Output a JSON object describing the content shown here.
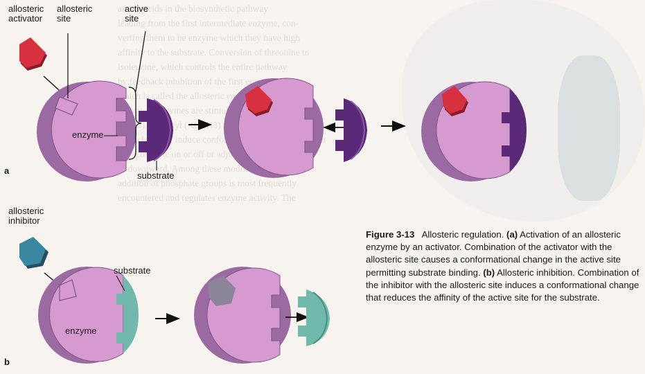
{
  "background_text": "amino acids in the biosynthetic pathway\nleading from the first intermediate enzyme, con-\nverting them to be enzyme which they have high\naffinity to the substrate. Conversion of threonine to\nisoleucine, which controls the entire pathway\nby feedback inhibition of the first enzyme\nwhich is called the allosteric enzyme\nactivator. Enzymes are stimulated by phosphate\n(-CH3), or acetyl (-C-CH3) and adenylyl derivatives\nof nucleotides, induce conformational changes that turn\nthe active site on or off or adjust its activity upward\nor downward. Among these modifications reversible\naddition of phosphate groups is most frequently\nencountered and regulates enzyme activity. The",
  "panel_a": {
    "labels": {
      "allosteric_activator": "allosteric\nactivator",
      "allosteric_site": "allosteric\nsite",
      "active_site": "active\nsite",
      "enzyme": "enzyme",
      "substrate": "substrate",
      "panel_letter": "a"
    }
  },
  "panel_b": {
    "labels": {
      "allosteric_inhibitor": "allosteric\ninhibitor",
      "substrate": "substrate",
      "enzyme": "enzyme",
      "panel_letter": "b"
    }
  },
  "caption": {
    "figure_number": "Figure 3-13",
    "title": "Allosteric regulation.",
    "part_a_label": "(a)",
    "part_a_text": "Activation of an allosteric enzyme by an activator. Combination of the activator with the allosteric site causes a conformational change in the active site permitting substrate binding.",
    "part_b_label": "(b)",
    "part_b_text": "Allosteric inhibition. Combination of the inhibitor with the allosteric site induces a conformational change that reduces the affinity of the active site for the substrate."
  },
  "colors": {
    "enzyme_fill": "#d69ad0",
    "enzyme_shadow": "#9c6aa2",
    "activator": "#d7303f",
    "activator_dark": "#8a1c26",
    "substrate_a": "#5a2a78",
    "inhibitor": "#3a87a0",
    "inhibitor_bound": "#8a8598",
    "substrate_b": "#72b9ad"
  }
}
